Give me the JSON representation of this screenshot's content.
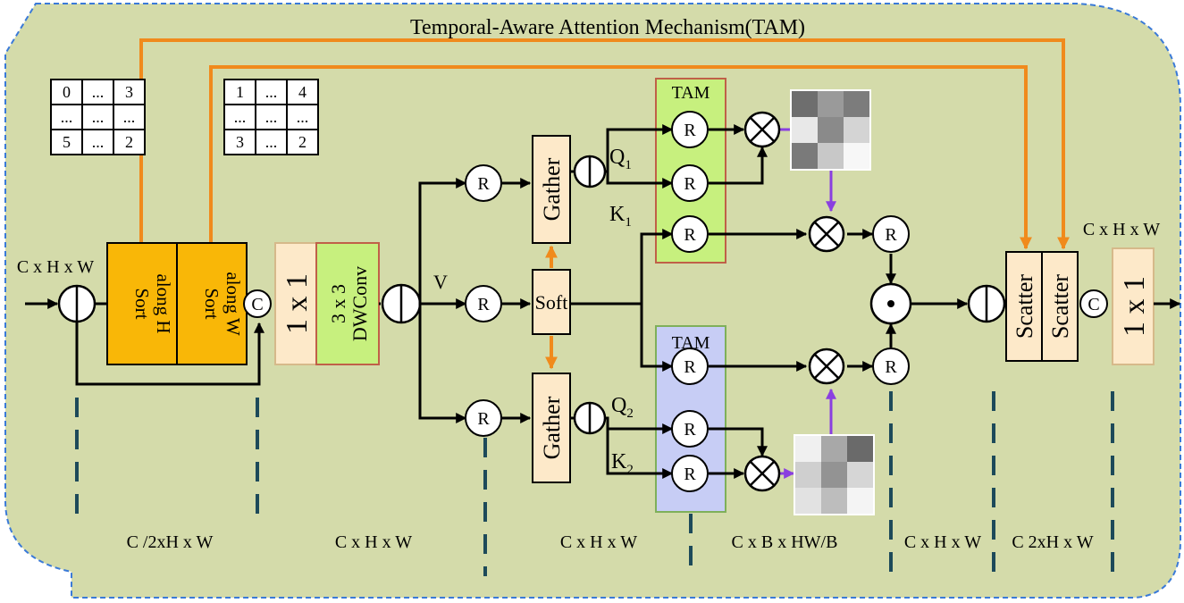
{
  "title": "Temporal-Aware Attention Mechanism(TAM)",
  "colors": {
    "background": "#d4dbaa",
    "border": "#3a7ad8",
    "sort_block": "#f9b707",
    "light_block": "#fde9c9",
    "green_block": "#c7f07e",
    "tam_green": "#c7f07e",
    "tam_blue": "#c7cdf5",
    "arrow_orange": "#f08a1c",
    "arrow_purple": "#8a3fe0",
    "dash_line": "#1d4a5a"
  },
  "index_tables": [
    {
      "rows": [
        [
          "0",
          "...",
          "3"
        ],
        [
          "...",
          "...",
          "..."
        ],
        [
          "5",
          "...",
          "2"
        ]
      ]
    },
    {
      "rows": [
        [
          "1",
          "...",
          "4"
        ],
        [
          "...",
          "...",
          "..."
        ],
        [
          "3",
          "...",
          "2"
        ]
      ]
    }
  ],
  "blocks": {
    "sort_h_line1": "Sort",
    "sort_h_line2": "along H",
    "sort_w_line1": "Sort",
    "sort_w_line2": "along W",
    "conv1x1": "1 x 1",
    "dwconv_line1": "3 x 3",
    "dwconv_line2": "DWConv",
    "gather": "Gather",
    "soft": "Soft",
    "scatter": "Scatter",
    "tam": "TAM"
  },
  "symbols": {
    "reshape": "R",
    "concat": "C",
    "multiply": "⊗",
    "dot": "⊙"
  },
  "labels": {
    "input_dim": "C x H x W",
    "output_dim": "C x H x W",
    "v": "V",
    "q1": "Q",
    "q1_sub": "1",
    "k1": "K",
    "k1_sub": "1",
    "q2": "Q",
    "q2_sub": "2",
    "k2": "K",
    "k2_sub": "2"
  },
  "bottom_dims": [
    "C /2xH x W",
    "C x H x W",
    "C x H x W",
    "C x B x HW/B",
    "C x H x W",
    "C 2xH x W"
  ],
  "heatmaps": {
    "top": [
      [
        "#6e6e6e",
        "#9a9a9a",
        "#7c7c7c"
      ],
      [
        "#e8e8e8",
        "#8a8a8a",
        "#d4d4d4"
      ],
      [
        "#7a7a7a",
        "#c8c8c8",
        "#f7f7f7"
      ]
    ],
    "bottom": [
      [
        "#f0f0f0",
        "#a8a8a8",
        "#6a6a6a"
      ],
      [
        "#cfcfcf",
        "#939393",
        "#d6d6d6"
      ],
      [
        "#e2e2e2",
        "#bdbdbd",
        "#f4f4f4"
      ]
    ]
  }
}
